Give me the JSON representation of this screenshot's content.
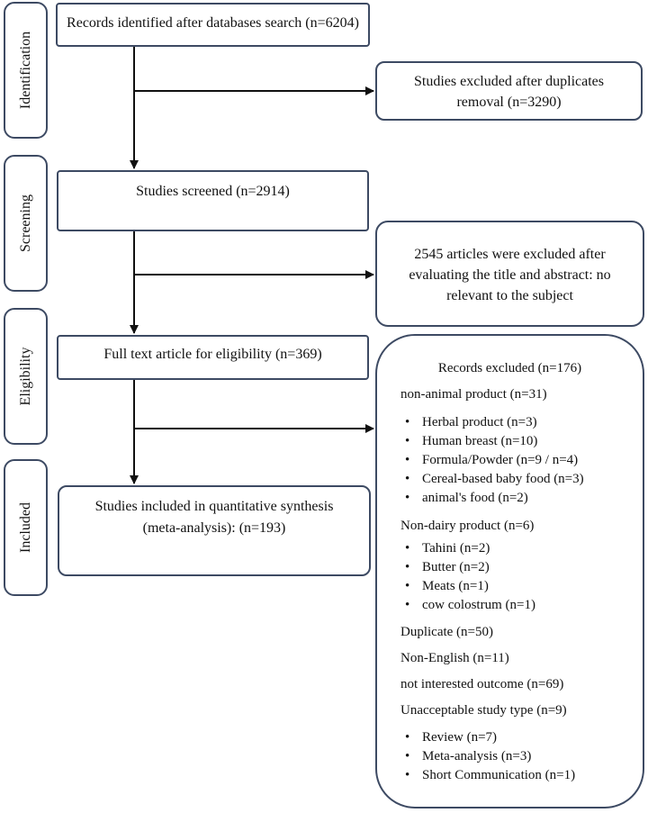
{
  "stages": {
    "identification": "Identification",
    "screening": "Screening",
    "eligibility": "Eligibility",
    "included": "Included"
  },
  "main_boxes": {
    "records_identified": "Records identified after databases search (n=6204)",
    "studies_screened": "Studies screened (n=2914)",
    "full_text": "Full text article for eligibility (n=369)",
    "included_line1": "Studies included in quantitative synthesis",
    "included_line2": "(meta-analysis): (n=193)"
  },
  "exclusion_boxes": {
    "duplicates_line1": "Studies excluded after duplicates",
    "duplicates_line2": "removal (n=3290)",
    "title_abstract_line1": "2545 articles were excluded after",
    "title_abstract_line2": "evaluating the title and abstract: no",
    "title_abstract_line3": "relevant to the subject"
  },
  "records_excluded": {
    "title": "Records excluded (n=176)",
    "non_animal": {
      "label": "non-animal product (n=31)",
      "items": [
        "Herbal product (n=3)",
        "Human breast (n=10)",
        "Formula/Powder (n=9 / n=4)",
        "Cereal-based baby food (n=3)",
        "animal's food (n=2)"
      ]
    },
    "non_dairy": {
      "label": "Non-dairy product (n=6)",
      "items": [
        "Tahini (n=2)",
        "Butter (n=2)",
        "Meats (n=1)",
        "cow colostrum (n=1)"
      ]
    },
    "duplicate": "Duplicate (n=50)",
    "non_english": "Non-English (n=11)",
    "not_interested": "not interested outcome (n=69)",
    "unacceptable": {
      "label": "Unacceptable study type (n=9)",
      "items": [
        "Review (n=7)",
        "Meta-analysis (n=3)",
        "Short Communication (n=1)"
      ]
    }
  }
}
